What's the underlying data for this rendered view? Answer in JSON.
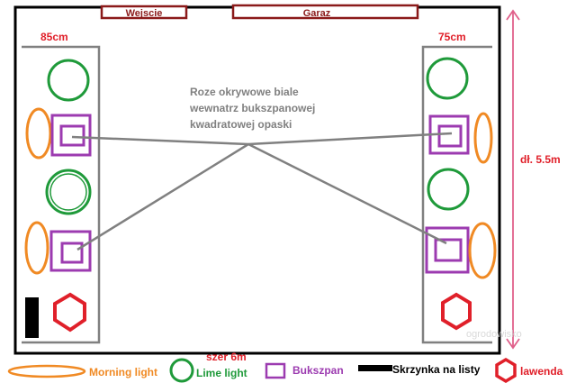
{
  "doors": {
    "entrance": "Wejscie",
    "garage": "Garaz"
  },
  "beds": {
    "left_width": "85cm",
    "right_width": "75cm"
  },
  "note": {
    "line1": "Roze okrywowe biale",
    "line2": "wewnatrz bukszpanowej",
    "line3": "kwadratowej opaski"
  },
  "dimensions": {
    "length": "dł. 5.5m",
    "width": "szer 6m"
  },
  "legend": {
    "morning_light": "Morning light",
    "lime_light": "Lime light",
    "bukszpan": "Bukszpan",
    "skrzynka": "Skrzynka na listy",
    "lawenda": "lawenda"
  },
  "watermark": "ogrodowisko",
  "colors": {
    "orange": "#f08a24",
    "green": "#1f9a3a",
    "purple": "#9c3bb0",
    "red": "#e0202a",
    "dark_red": "#8b1a1a",
    "gray": "#808080",
    "pink": "#e0608a",
    "black": "#000000"
  }
}
